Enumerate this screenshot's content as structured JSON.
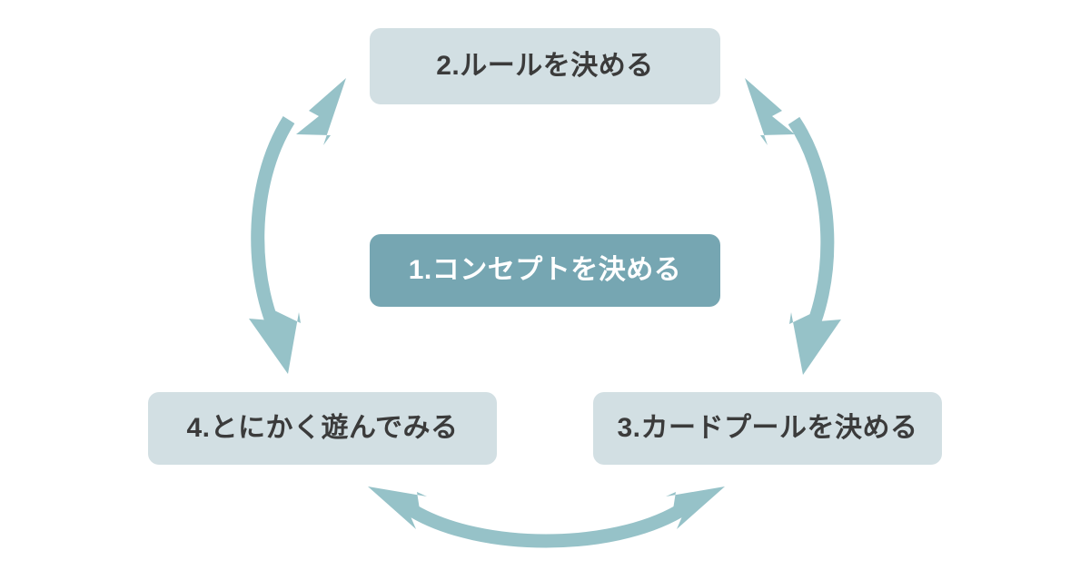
{
  "diagram": {
    "type": "cycle-diagram",
    "title_visible": false,
    "background_color": "#ffffff",
    "colors": {
      "step_fill": "#d2dfe3",
      "step_text": "#3b3b3b",
      "center_fill": "#76a6b2",
      "center_text": "#ffffff",
      "arrow_fill": "#96c2c8"
    },
    "nodes": [
      {
        "id": "node-1",
        "label": "1.コンセプトを決める",
        "role": "center",
        "position": "center"
      },
      {
        "id": "node-2",
        "label": "2.ルールを決める",
        "role": "step",
        "position": "top"
      },
      {
        "id": "node-3",
        "label": "3.カードプールを決める",
        "role": "step",
        "position": "bottom-right"
      },
      {
        "id": "node-4",
        "label": "4.とにかく遊んでみる",
        "role": "step",
        "position": "bottom-left"
      }
    ],
    "arrows": [
      {
        "id": "arrow-left",
        "name": "arrow-left-bidirectional",
        "from": "node-4",
        "to": "node-2",
        "style": "curved-double-headed"
      },
      {
        "id": "arrow-right",
        "name": "arrow-right-bidirectional",
        "from": "node-2",
        "to": "node-3",
        "style": "curved-double-headed"
      },
      {
        "id": "arrow-bottom",
        "name": "arrow-bottom-bidirectional",
        "from": "node-4",
        "to": "node-3",
        "style": "curved-double-headed"
      }
    ]
  }
}
